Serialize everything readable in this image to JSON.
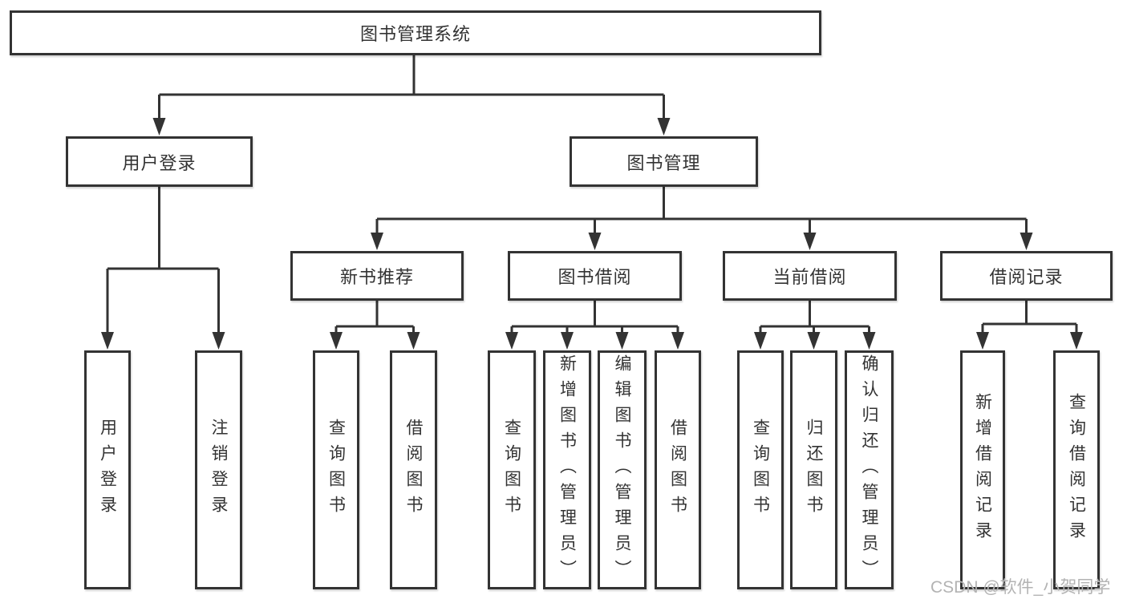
{
  "diagram": {
    "title": "图书管理系统",
    "root": {
      "label": "图书管理系统"
    },
    "level2": [
      {
        "id": "user-login",
        "label": "用户登录"
      },
      {
        "id": "book-management",
        "label": "图书管理"
      }
    ],
    "level3": [
      {
        "id": "new-book-recommend",
        "label": "新书推荐"
      },
      {
        "id": "book-borrow",
        "label": "图书借阅"
      },
      {
        "id": "current-borrow",
        "label": "当前借阅"
      },
      {
        "id": "borrow-records",
        "label": "借阅记录"
      }
    ],
    "leaves": {
      "user_login": [
        "用户登录",
        "注销登录"
      ],
      "new_book_recommend": [
        "查询图书",
        "借阅图书"
      ],
      "book_borrow": [
        "查询图书",
        "新增图书（管理员）",
        "编辑图书（管理员）",
        "借阅图书"
      ],
      "current_borrow": [
        "查询图书",
        "归还图书",
        "确认归还（管理员）"
      ],
      "borrow_records": [
        "新增借阅记录",
        "查询借阅记录"
      ]
    }
  },
  "watermark": {
    "text": "CSDN @软件_小贺同学"
  },
  "colors": {
    "line": "#333333",
    "text": "#333333",
    "box_background": "#ffffff",
    "watermark": "#b3b3b3",
    "page_background": "#ffffff"
  }
}
